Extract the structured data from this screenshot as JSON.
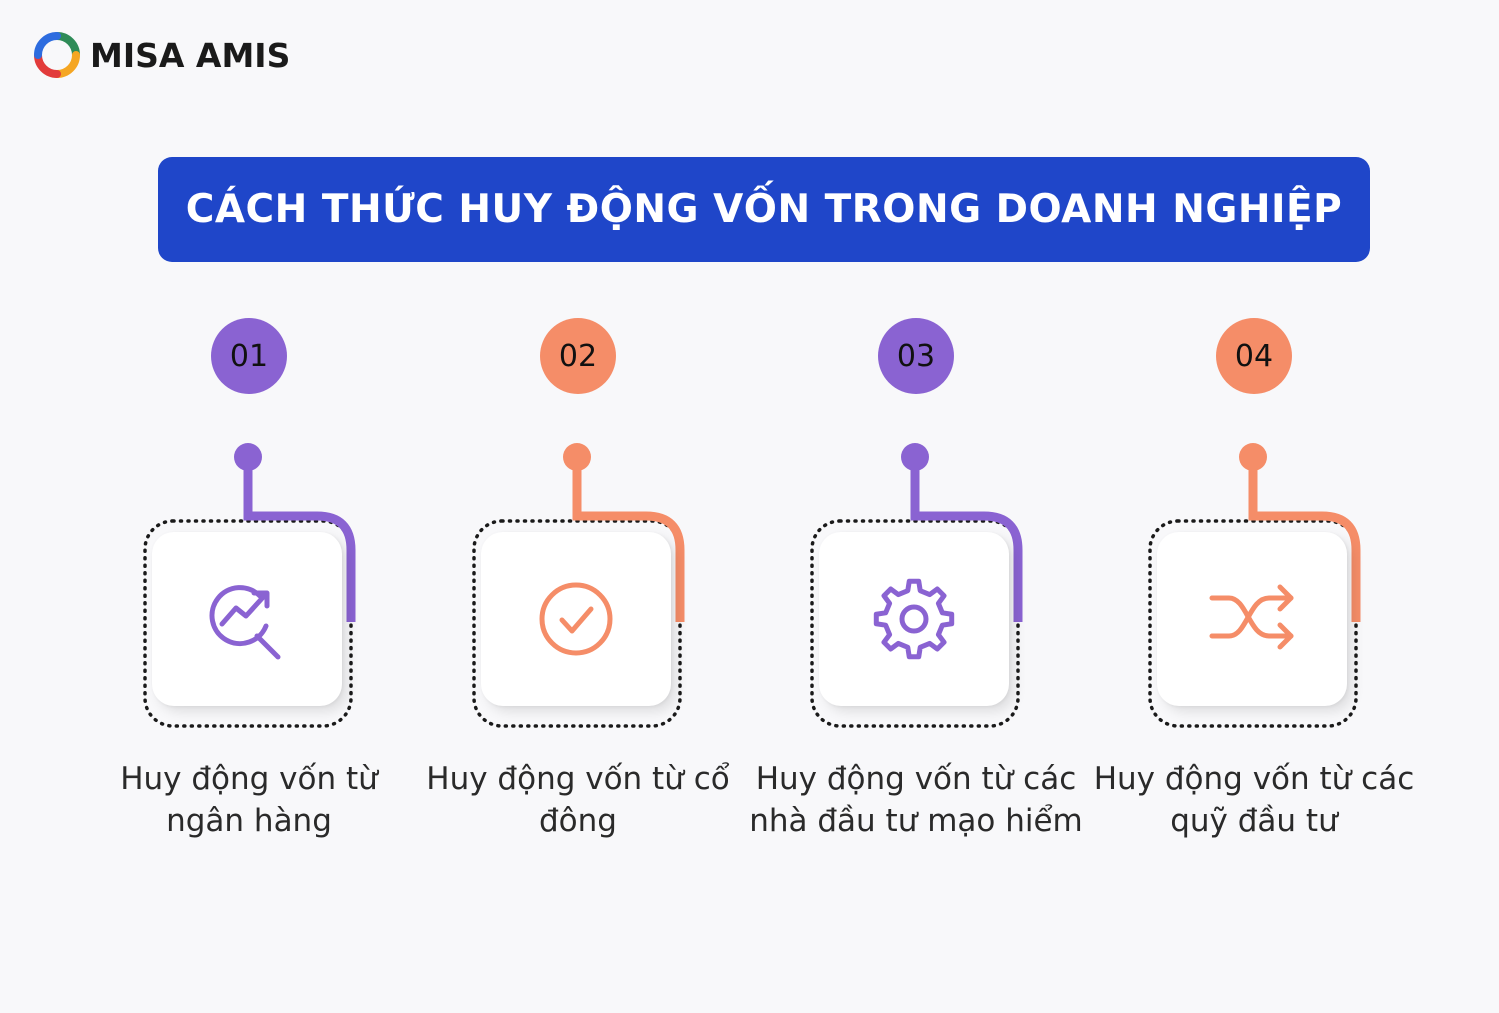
{
  "logo": {
    "text": "MISA AMIS",
    "icon": "misa-amis-logo-ring"
  },
  "title": "CÁCH THỨC HUY ĐỘNG VỐN TRONG DOANH NGHIỆP",
  "colors": {
    "purple": "#8a63d2",
    "orange": "#f58d68",
    "banner": "#1f46c9"
  },
  "steps": [
    {
      "number": "01",
      "label": "Huy động vốn từ ngân hàng",
      "icon": "analytics-search-icon",
      "color": "#8a63d2"
    },
    {
      "number": "02",
      "label": "Huy động vốn từ cổ đông",
      "icon": "check-circle-icon",
      "color": "#f58d68"
    },
    {
      "number": "03",
      "label": "Huy động vốn từ các nhà đầu tư mạo hiểm",
      "icon": "gear-icon",
      "color": "#8a63d2"
    },
    {
      "number": "04",
      "label": "Huy động vốn từ các quỹ đầu tư",
      "icon": "shuffle-icon",
      "color": "#f58d68"
    }
  ]
}
